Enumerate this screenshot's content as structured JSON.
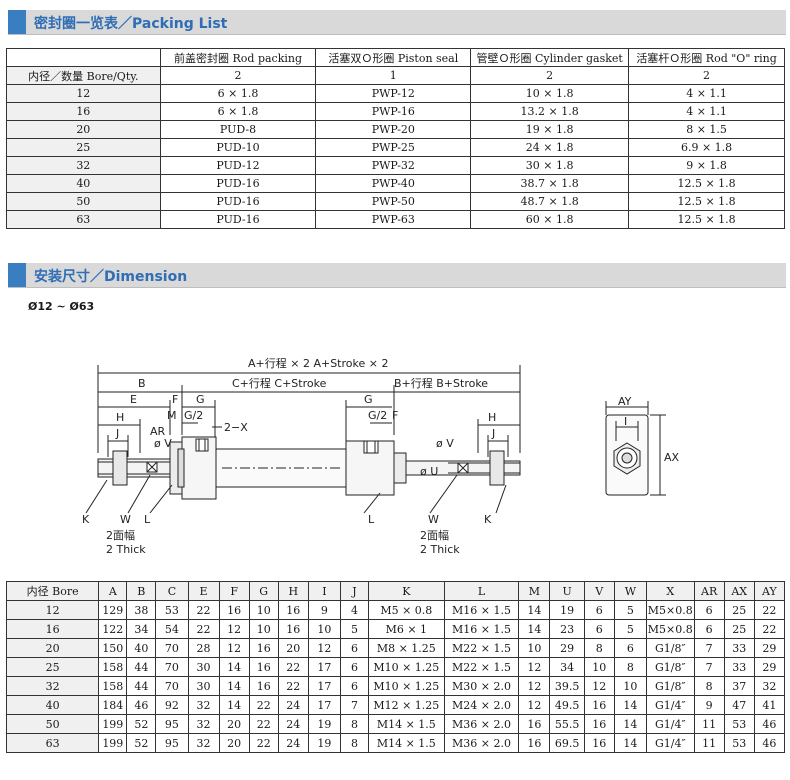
{
  "packing_section": {
    "title": "密封圈一览表／Packing  List"
  },
  "packing_table": {
    "headers": [
      "",
      "前盖密封圈  Rod packing",
      "活塞双Ｏ形圈  Piston seal",
      "管壁Ｏ形圈  Cylinder gasket",
      "活塞杆Ｏ形圈  Rod \"O\" ring"
    ],
    "qty_row": [
      "内径／数量 Bore/Qty.",
      "2",
      "1",
      "2",
      "2"
    ],
    "rows": [
      [
        "12",
        "6 × 1.8",
        "PWP-12",
        "10 × 1.8",
        "4 × 1.1"
      ],
      [
        "16",
        "6 × 1.8",
        "PWP-16",
        "13.2 × 1.8",
        "4 × 1.1"
      ],
      [
        "20",
        "PUD-8",
        "PWP-20",
        "19 × 1.8",
        "8 × 1.5"
      ],
      [
        "25",
        "PUD-10",
        "PWP-25",
        "24 × 1.8",
        "6.9 × 1.8"
      ],
      [
        "32",
        "PUD-12",
        "PWP-32",
        "30 × 1.8",
        "9 × 1.8"
      ],
      [
        "40",
        "PUD-16",
        "PWP-40",
        "38.7 × 1.8",
        "12.5 × 1.8"
      ],
      [
        "50",
        "PUD-16",
        "PWP-50",
        "48.7 × 1.8",
        "12.5 × 1.8"
      ],
      [
        "63",
        "PUD-16",
        "PWP-63",
        "60 × 1.8",
        "12.5 × 1.8"
      ]
    ]
  },
  "dimension_section": {
    "title": "安装尺寸／Dimension",
    "bore_range": "Ø12 ~ Ø63"
  },
  "drawing": {
    "labels": {
      "overall": "A+行程 × 2    A+Stroke × 2",
      "b": "B",
      "c": "C+行程    C+Stroke",
      "b_stroke": "B+行程  B+Stroke",
      "e": "E",
      "f_left": "F",
      "g_left": "G",
      "h_left": "H",
      "m": "M",
      "g2_left": "G/2",
      "j_left": "J",
      "ar": "AR",
      "v_left": "ø V",
      "two_x": "2−X",
      "g_right": "G",
      "g2_right": "G/2",
      "f_right": "F",
      "h_right": "H",
      "j_right": "J",
      "v_right": "ø V",
      "u": "ø U",
      "k_left": "K",
      "w_left": "W",
      "l_left": "L",
      "l_right": "L",
      "w_right": "W",
      "k_right": "K",
      "thick_cn": "2面幅",
      "thick_en": "2  Thick",
      "ay": "AY",
      "i": "I",
      "ax": "AX"
    }
  },
  "dimension_table": {
    "headers": [
      "内径   Bore",
      "A",
      "B",
      "C",
      "E",
      "F",
      "G",
      "H",
      "I",
      "J",
      "K",
      "L",
      "M",
      "U",
      "V",
      "W",
      "X",
      "AR",
      "AX",
      "AY"
    ],
    "rows": [
      [
        "12",
        "129",
        "38",
        "53",
        "22",
        "16",
        "10",
        "16",
        "9",
        "4",
        "M5 × 0.8",
        "M16 × 1.5",
        "14",
        "19",
        "6",
        "5",
        "M5×0.8",
        "6",
        "25",
        "22"
      ],
      [
        "16",
        "122",
        "34",
        "54",
        "22",
        "12",
        "10",
        "16",
        "10",
        "5",
        "M6 × 1",
        "M16 × 1.5",
        "14",
        "23",
        "6",
        "5",
        "M5×0.8",
        "6",
        "25",
        "22"
      ],
      [
        "20",
        "150",
        "40",
        "70",
        "28",
        "12",
        "16",
        "20",
        "12",
        "6",
        "M8 × 1.25",
        "M22 × 1.5",
        "10",
        "29",
        "8",
        "6",
        "G1/8″",
        "7",
        "33",
        "29"
      ],
      [
        "25",
        "158",
        "44",
        "70",
        "30",
        "14",
        "16",
        "22",
        "17",
        "6",
        "M10 × 1.25",
        "M22 × 1.5",
        "12",
        "34",
        "10",
        "8",
        "G1/8″",
        "7",
        "33",
        "29"
      ],
      [
        "32",
        "158",
        "44",
        "70",
        "30",
        "14",
        "16",
        "22",
        "17",
        "6",
        "M10 × 1.25",
        "M30 × 2.0",
        "12",
        "39.5",
        "12",
        "10",
        "G1/8″",
        "8",
        "37",
        "32"
      ],
      [
        "40",
        "184",
        "46",
        "92",
        "32",
        "14",
        "22",
        "24",
        "17",
        "7",
        "M12 × 1.25",
        "M24 × 2.0",
        "12",
        "49.5",
        "16",
        "14",
        "G1/4″",
        "9",
        "47",
        "41"
      ],
      [
        "50",
        "199",
        "52",
        "95",
        "32",
        "20",
        "22",
        "24",
        "19",
        "8",
        "M14 × 1.5",
        "M36 × 2.0",
        "16",
        "55.5",
        "16",
        "14",
        "G1/4″",
        "11",
        "53",
        "46"
      ],
      [
        "63",
        "199",
        "52",
        "95",
        "32",
        "20",
        "22",
        "24",
        "19",
        "8",
        "M14 × 1.5",
        "M36 × 2.0",
        "16",
        "69.5",
        "16",
        "14",
        "G1/4″",
        "11",
        "53",
        "46"
      ]
    ]
  }
}
